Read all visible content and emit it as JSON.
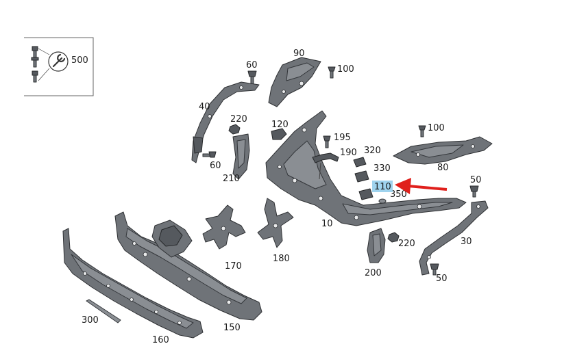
{
  "callouts": {
    "p500": "500",
    "p90": "90",
    "p100a": "100",
    "p60a": "60",
    "p40": "40",
    "p220a": "220",
    "p120": "120",
    "p195": "195",
    "p190": "190",
    "p320": "320",
    "p100b": "100",
    "p60b": "60",
    "p210": "210",
    "p330": "330",
    "p80": "80",
    "p110": "110",
    "p350": "350",
    "p50a": "50",
    "p10": "10",
    "p220b": "220",
    "p30": "30",
    "p170": "170",
    "p180": "180",
    "p200": "200",
    "p50b": "50",
    "p300": "300",
    "p150": "150",
    "p160": "160"
  },
  "highlight": {
    "part": "110",
    "color": "#9fd3ee",
    "arrow_color": "#e0201c"
  }
}
